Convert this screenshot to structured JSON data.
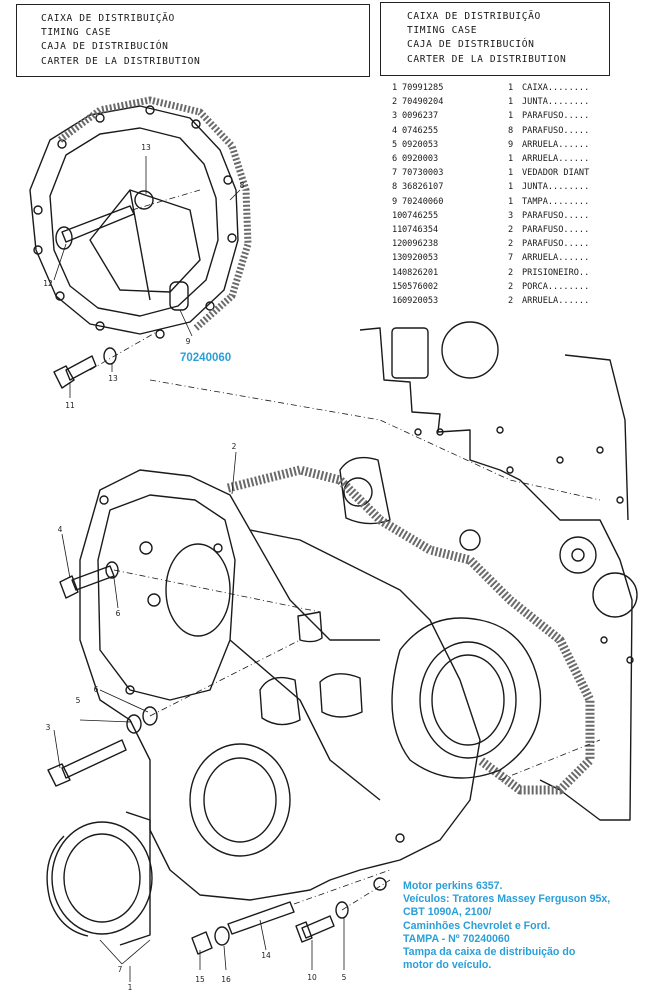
{
  "header_left": {
    "lines": [
      "CAIXA DE DISTRIBUIÇÃO",
      "TIMING CASE",
      "CAJA DE DISTRIBUCIÓN",
      "CARTER DE LA DISTRIBUTION"
    ]
  },
  "header_right": {
    "lines": [
      "CAIXA DE DISTRIBUIÇÃO",
      "TIMING CASE",
      "CAJA DE DISTRIBUCIÓN",
      "CARTER DE LA DISTRIBUTION"
    ]
  },
  "parts": [
    {
      "num": "1",
      "code": "70991285",
      "qty": "1",
      "desc": "CAIXA........"
    },
    {
      "num": "2",
      "code": "70490204",
      "qty": "1",
      "desc": "JUNTA........"
    },
    {
      "num": "3",
      "code": "0096237",
      "qty": "1",
      "desc": "PARAFUSO....."
    },
    {
      "num": "4",
      "code": "0746255",
      "qty": "8",
      "desc": "PARAFUSO....."
    },
    {
      "num": "5",
      "code": "0920053",
      "qty": "9",
      "desc": "ARRUELA......"
    },
    {
      "num": "6",
      "code": "0920003",
      "qty": "1",
      "desc": "ARRUELA......"
    },
    {
      "num": "7",
      "code": "70730003",
      "qty": "1",
      "desc": "VEDADOR DIANT"
    },
    {
      "num": "8",
      "code": "36826107",
      "qty": "1",
      "desc": "JUNTA........"
    },
    {
      "num": "9",
      "code": "70240060",
      "qty": "1",
      "desc": "TAMPA........"
    },
    {
      "num": "10",
      "code": "0746255",
      "qty": "3",
      "desc": "PARAFUSO....."
    },
    {
      "num": "11",
      "code": "0746354",
      "qty": "2",
      "desc": "PARAFUSO....."
    },
    {
      "num": "12",
      "code": "0096238",
      "qty": "2",
      "desc": "PARAFUSO....."
    },
    {
      "num": "13",
      "code": "0920053",
      "qty": "7",
      "desc": "ARRUELA......"
    },
    {
      "num": "14",
      "code": "0826201",
      "qty": "2",
      "desc": "PRISIONEIRO.."
    },
    {
      "num": "15",
      "code": "0576002",
      "qty": "2",
      "desc": "PORCA........"
    },
    {
      "num": "16",
      "code": "0920053",
      "qty": "2",
      "desc": "ARRUELA......"
    }
  ],
  "callouts": [
    "1",
    "2",
    "3",
    "4",
    "5",
    "6",
    "7",
    "8",
    "9",
    "10",
    "11",
    "12",
    "13",
    "14",
    "15",
    "16"
  ],
  "reference_code": "70240060",
  "caption": {
    "lines": [
      "Motor perkins 6357.",
      "Veículos: Tratores Massey Ferguson 95x,",
      "CBT 1090A, 2100/",
      "Caminhões Chevrolet e Ford.",
      "TAMPA - Nº 70240060",
      "Tampa da caixa de distribuição do",
      "motor do veículo."
    ]
  },
  "colors": {
    "caption": "#2a9fd8",
    "ink": "#1a1a1a"
  }
}
